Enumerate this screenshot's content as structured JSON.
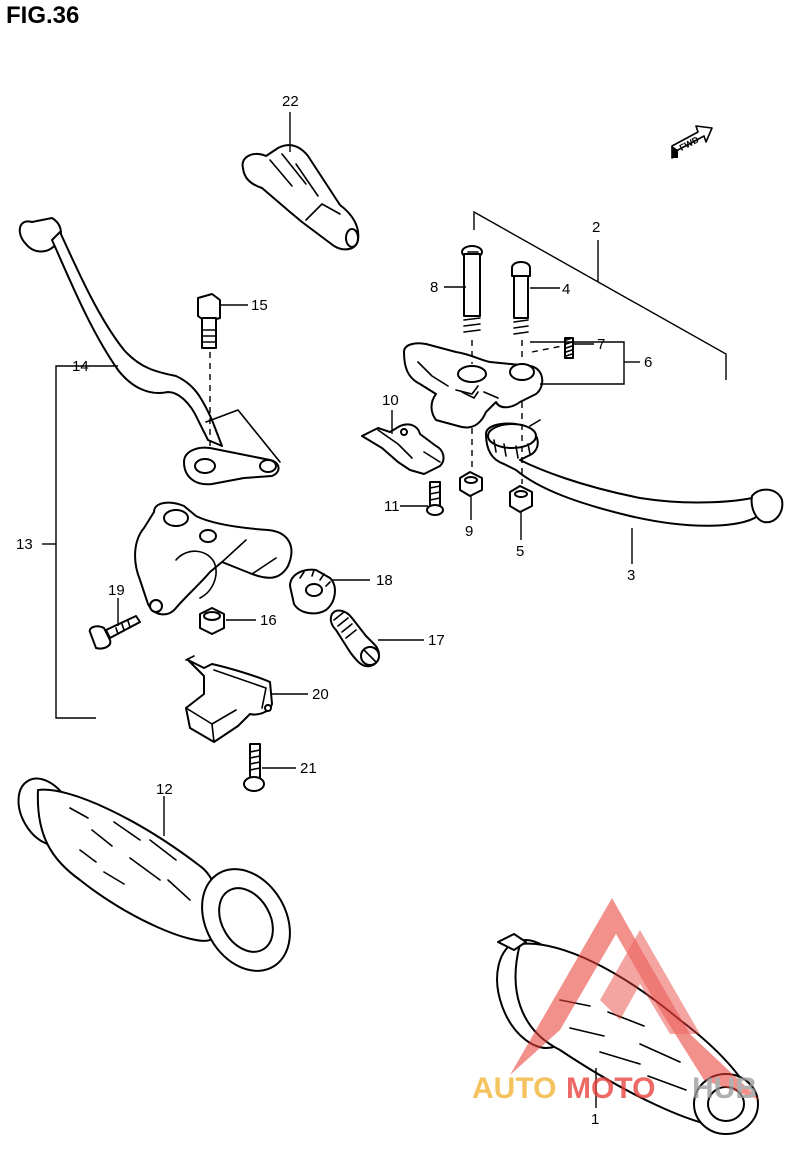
{
  "figure": {
    "title": "FIG.36"
  },
  "fwd_label": "FWD",
  "callouts": {
    "c1": "1",
    "c2": "2",
    "c3": "3",
    "c4": "4",
    "c5": "5",
    "c6": "6",
    "c7": "7",
    "c8": "8",
    "c9": "9",
    "c10": "10",
    "c11": "11",
    "c12": "12",
    "c13": "13",
    "c14": "14",
    "c15": "15",
    "c16": "16",
    "c17": "17",
    "c18": "18",
    "c19": "19",
    "c20": "20",
    "c21": "21",
    "c22": "22"
  },
  "watermark": {
    "auto": "AUTO",
    "moto": "MOTO",
    "hub": "HUB"
  },
  "colors": {
    "line": "#000000",
    "watermark_red": "#e8403a",
    "watermark_orange": "#f2b233",
    "watermark_gray": "#9a9a9a"
  }
}
